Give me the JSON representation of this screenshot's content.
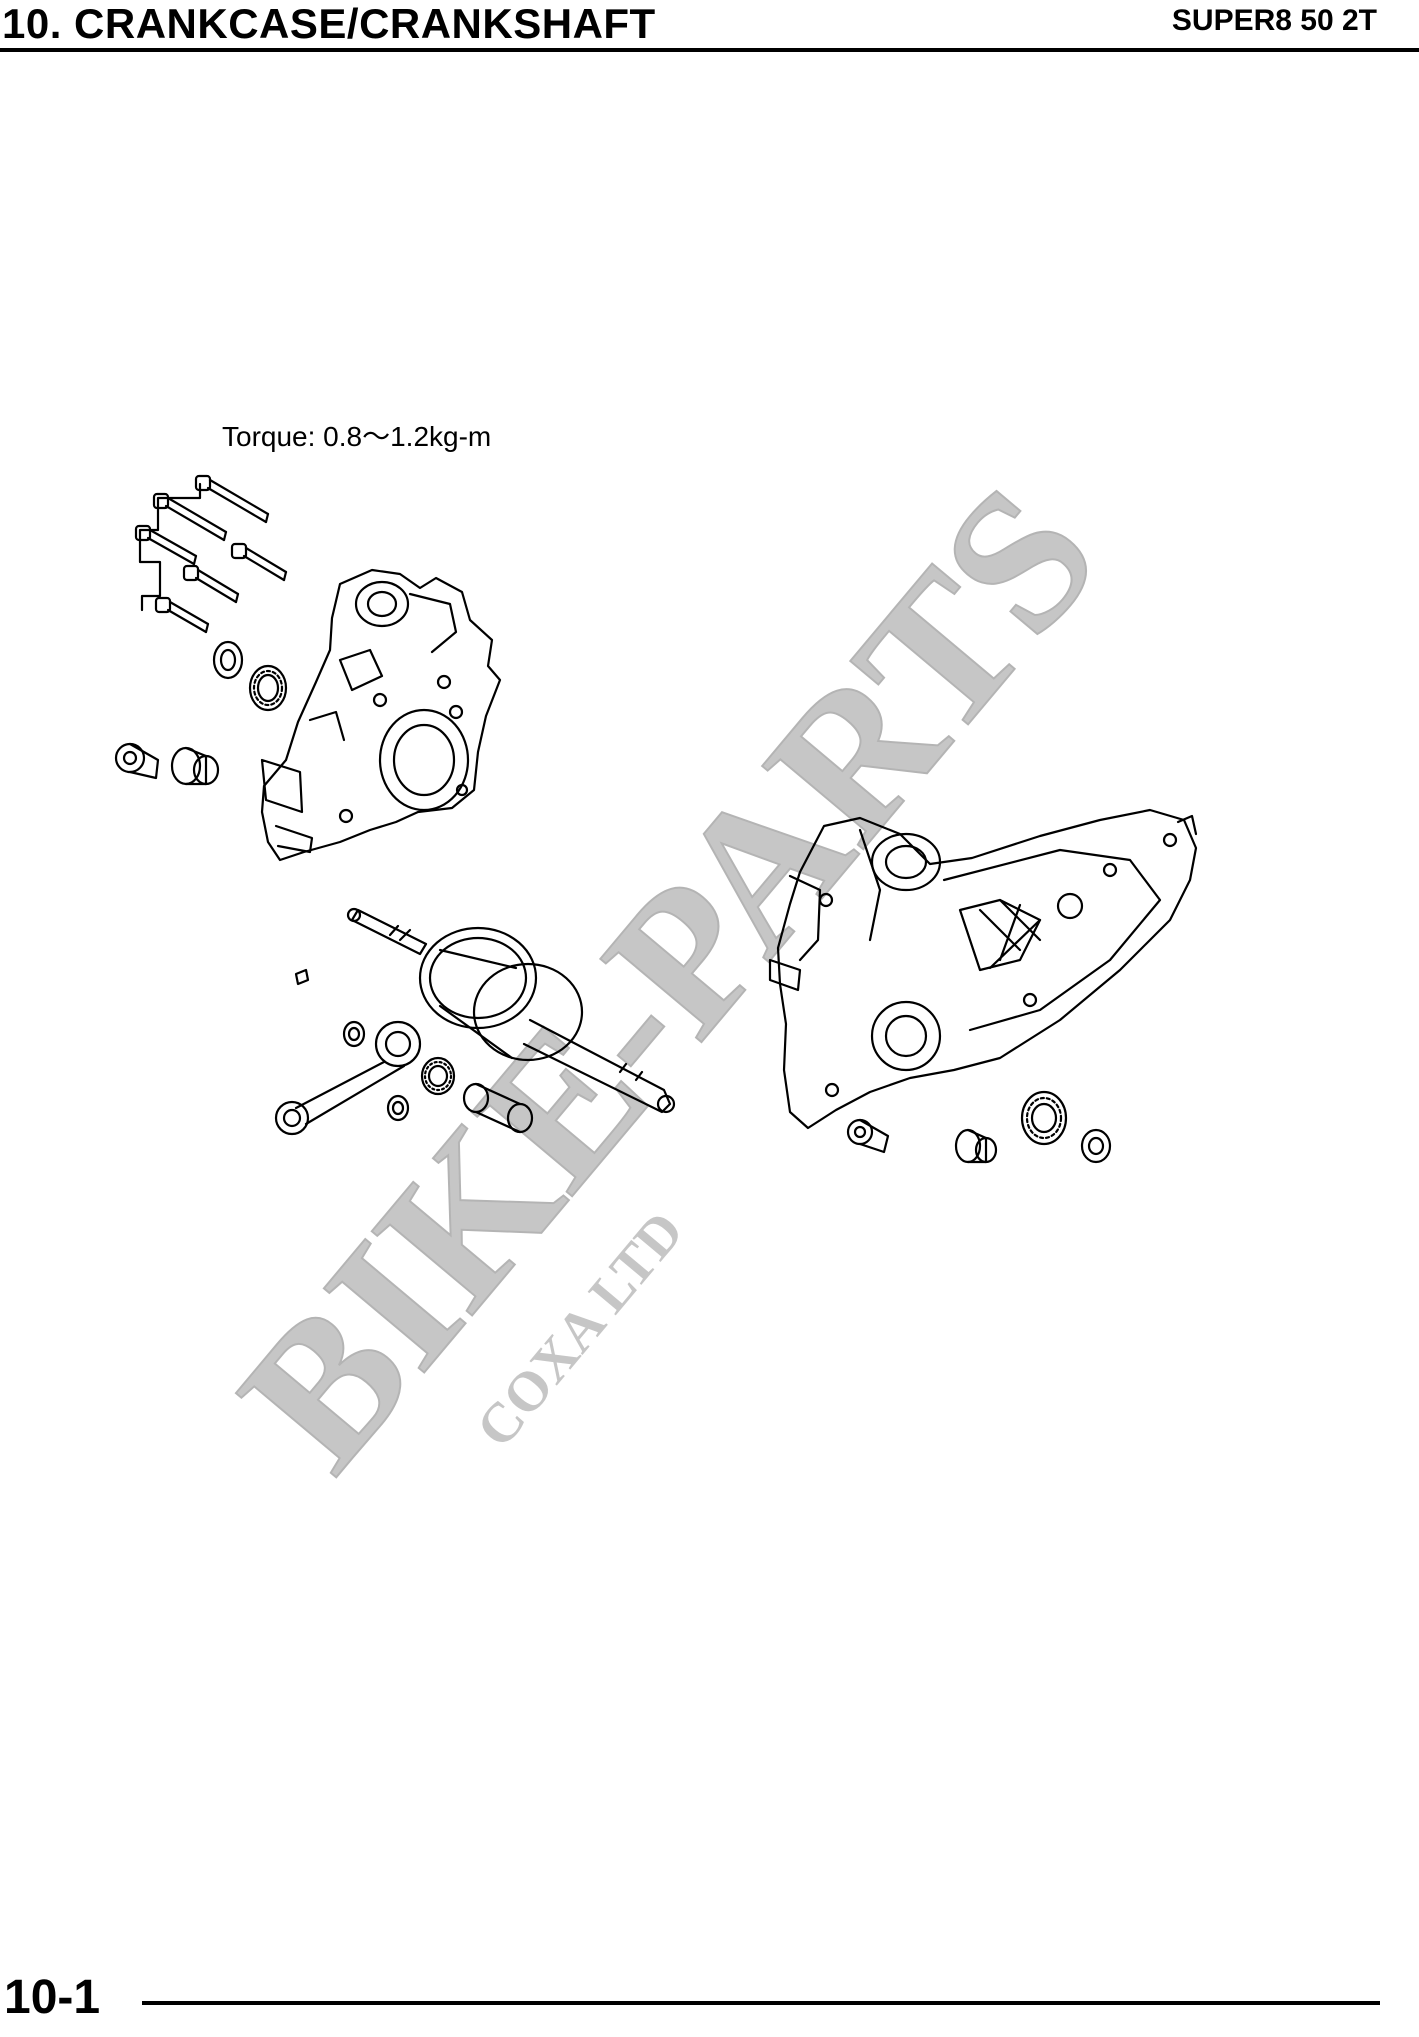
{
  "header": {
    "section_title": "10. CRANKCASE/CRANKSHAFT",
    "model": "SUPER8 50 2T"
  },
  "diagram": {
    "torque_note": "Torque: 0.8～1.2kg-m"
  },
  "watermark": {
    "brand": "BIKE-PARTS",
    "company": "COXA LTD",
    "color": "#b8b8b8"
  },
  "footer": {
    "page_number": "10-1"
  }
}
